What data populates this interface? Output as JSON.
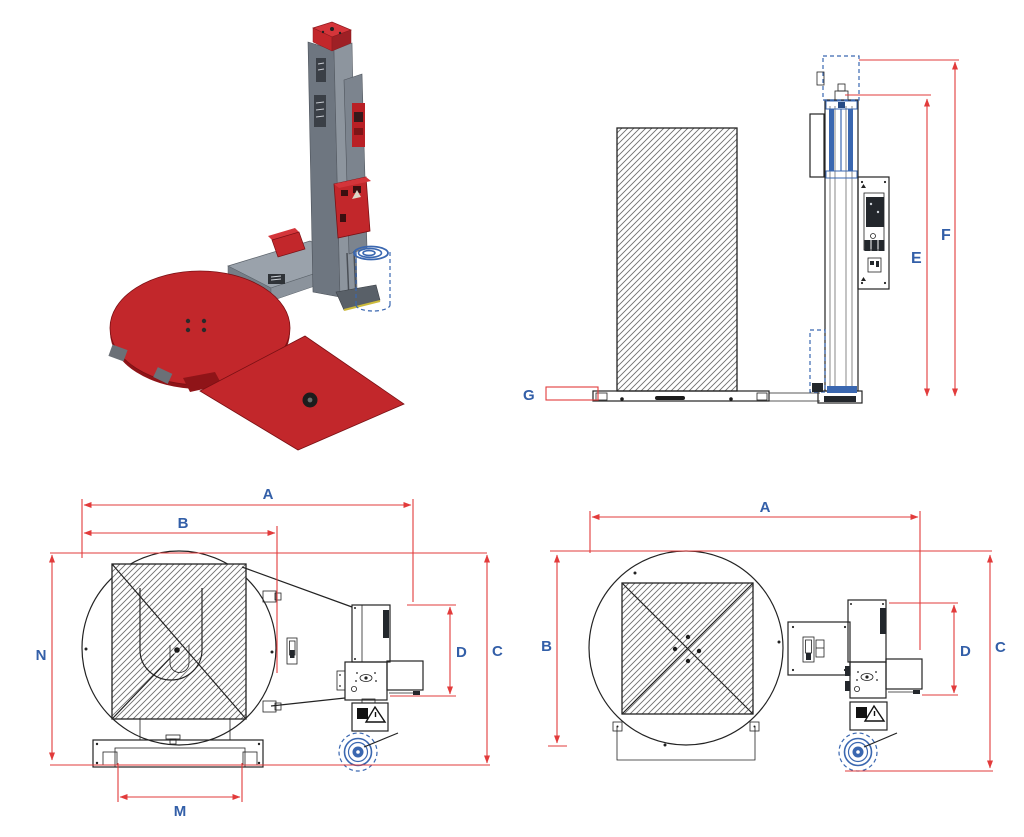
{
  "drawing": {
    "subject": "pallet-stretch-wrapping-machine-dimension-views"
  },
  "labels": {
    "side": {
      "e": "E",
      "f": "F",
      "g": "G"
    },
    "plan_left": {
      "a": "A",
      "b": "B",
      "c": "C",
      "d": "D",
      "m": "M",
      "n": "N"
    },
    "plan_right": {
      "a": "A",
      "b": "B",
      "c": "C",
      "d": "D"
    }
  },
  "colors": {
    "background": "#ffffff",
    "dimension_line": "#e23b3b",
    "dimension_label": "#335fa8",
    "machine_outline": "#232323",
    "machine_red": "#c2272b",
    "machine_red_light": "#d4353a",
    "machine_red_dark": "#9a1b20",
    "machine_gray": "#8d959e",
    "machine_gray_dark": "#6e7680",
    "film_blue": "#3a67b0",
    "hatch_line": "#6f6f6f",
    "foot_yellow": "#cdbb3c"
  }
}
